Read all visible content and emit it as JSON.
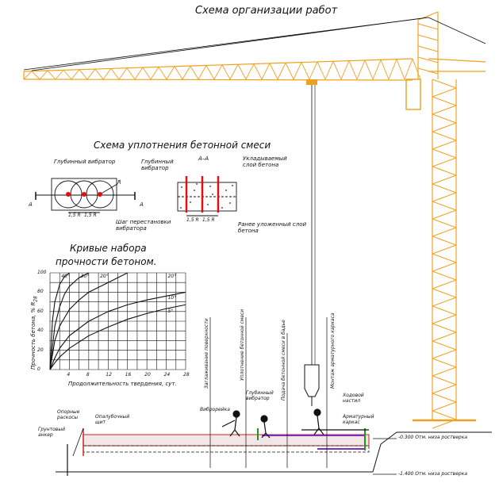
{
  "title": "Схема организации работ",
  "compaction": {
    "title": "Схема уплотнения бетонной смеси",
    "deep_vibrator": "Глубинный вибратор",
    "deep_vibrator_2": "Глубинный вибратор",
    "section": "А–А",
    "section_mark": "А",
    "radius": "R",
    "dim": "1,5 R",
    "dim2": "1,5 R",
    "dim3": "1,5 R",
    "dim4": "1,5 R",
    "step": "Шаг перестановки вибратора",
    "laid_layer": "Укладываемый слой бетона",
    "prev_layer": "Ранее уложенный слой бетона"
  },
  "curves": {
    "title_line1": "Кривые набора",
    "title_line2": "прочности бетоном.",
    "ylabel": "Прочность бетона, % R",
    "ylabel_sub": "28",
    "xlabel": "Продолжительность твердения, сут.",
    "y_ticks": [
      "0",
      "20",
      "40",
      "60",
      "80",
      "100"
    ],
    "x_ticks": [
      "4",
      "8",
      "12",
      "16",
      "20",
      "24",
      "28"
    ],
    "curve_labels": [
      "40°",
      "30°",
      "20°",
      "20°",
      "10°",
      "5°"
    ]
  },
  "site": {
    "vertical_labels": [
      "Заглаживание поверхности",
      "Уплотнение бетонной смеси",
      "Подача бетонной смеси в бадье",
      "Монтаж арматурного каркаса"
    ],
    "vibrorail": "Виброрейка",
    "deep_vibrator": "Глубинный вибратор",
    "walkway": "Ходовой настил",
    "rebar_cage": "Арматурный каркас",
    "supports": "Опорные раскосы",
    "formwork": "Опалубочный щит",
    "anchor": "Грунтовый анкер",
    "level1": "-0.300 Отм. низа ростверка",
    "level2": "-1.400 Отм. низа ростверка"
  },
  "chart_data": {
    "type": "line",
    "title": "Кривые набора прочности бетоном.",
    "xlabel": "Продолжительность твердения, сут.",
    "ylabel": "Прочность бетона, % R28",
    "xlim": [
      0,
      28
    ],
    "ylim": [
      0,
      100
    ],
    "grid": true,
    "series": [
      {
        "name": "40°",
        "x": [
          0,
          0.5,
          1,
          2,
          3,
          4
        ],
        "y": [
          0,
          50,
          70,
          88,
          96,
          100
        ]
      },
      {
        "name": "30°",
        "x": [
          0,
          1,
          2,
          3,
          4,
          6,
          8
        ],
        "y": [
          0,
          45,
          65,
          78,
          86,
          95,
          100
        ]
      },
      {
        "name": "20°",
        "x": [
          0,
          1,
          2,
          4,
          6,
          8,
          12,
          16
        ],
        "y": [
          0,
          30,
          45,
          62,
          72,
          80,
          90,
          100
        ]
      },
      {
        "name": "10°",
        "x": [
          0,
          1,
          2,
          4,
          8,
          12,
          16,
          20,
          24,
          28
        ],
        "y": [
          0,
          12,
          22,
          35,
          50,
          60,
          67,
          72,
          76,
          80
        ]
      },
      {
        "name": "5°",
        "x": [
          0,
          1,
          2,
          4,
          8,
          12,
          16,
          20,
          24,
          28
        ],
        "y": [
          0,
          7,
          13,
          22,
          35,
          44,
          52,
          58,
          63,
          67
        ]
      }
    ]
  }
}
